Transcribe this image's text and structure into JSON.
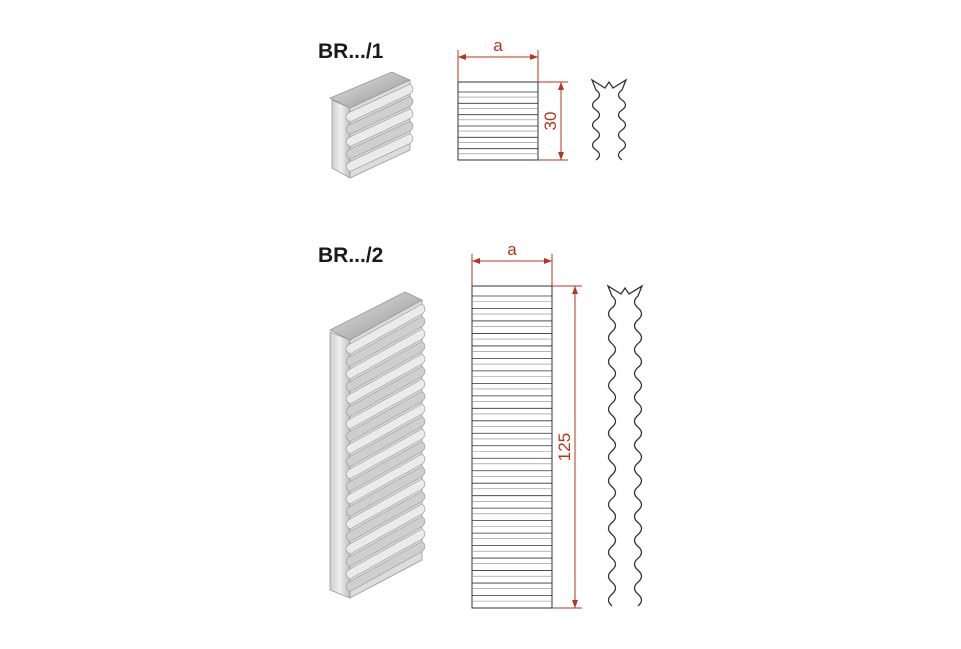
{
  "products": [
    {
      "label": "BR.../1",
      "width_label": "a",
      "height_value": "30",
      "rib_count": 6
    },
    {
      "label": "BR.../2",
      "width_label": "a",
      "height_value": "125",
      "rib_count": 25
    }
  ],
  "colors": {
    "dimension": "#b5361c",
    "line": "#333333",
    "metal_light": "#e6e6e6",
    "metal_dark": "#a8a8a8"
  }
}
